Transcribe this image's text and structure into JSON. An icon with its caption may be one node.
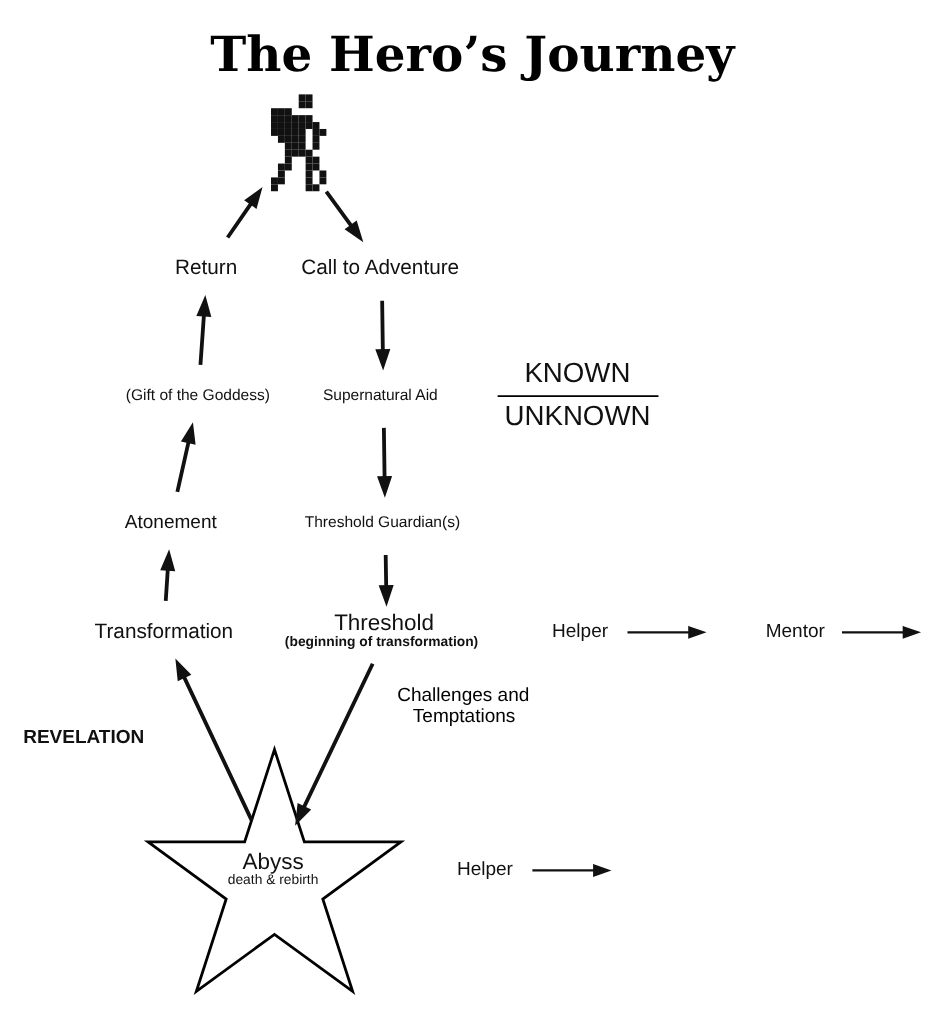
{
  "diagram": {
    "title": "The Hero’s Journey",
    "nodes": [
      {
        "text": [],
        "shape": "picture"
      },
      {
        "text": [
          "Call to Adventure"
        ]
      },
      {
        "text": [
          "Supernatural Aid"
        ]
      },
      {
        "text": [
          "Return"
        ]
      },
      {
        "text": [
          "(Gift of the Goddess)"
        ]
      },
      {
        "text": [
          "Threshold Guardian(s)"
        ]
      },
      {
        "text": [
          "Threshold",
          "(beginning of transformation)"
        ]
      },
      {
        "text": [
          "Helper"
        ]
      },
      {
        "text": [
          "Atonement"
        ]
      },
      {
        "text": [
          "Mentor"
        ]
      },
      {
        "text": [
          "Transformation"
        ]
      },
      {
        "text": [
          "Abyss",
          "death & rebirth"
        ],
        "beside": [
          "REVELATION"
        ]
      },
      {
        "text": [
          "Helper"
        ]
      }
    ],
    "edges": [
      {
        "from": 0,
        "to": 1,
        "arrow": "to"
      },
      {
        "from": 1,
        "to": 2,
        "arrow": "to"
      },
      {
        "from": 2,
        "to": 5,
        "arrow": "to"
      },
      {
        "from": 5,
        "to": 6,
        "arrow": "to"
      },
      {
        "from": 6,
        "to": 11,
        "arrow": "to",
        "label": "Challenges and Temptations"
      },
      {
        "from": 11,
        "to": 10,
        "arrow": "to"
      },
      {
        "from": 10,
        "to": 8,
        "arrow": "to"
      },
      {
        "from": 8,
        "to": 4,
        "arrow": "to"
      },
      {
        "from": 4,
        "to": 3,
        "arrow": "to"
      },
      {
        "from": 3,
        "to": 0,
        "arrow": "to"
      },
      {
        "from": 7,
        "to": null,
        "arrow": "to"
      },
      {
        "from": 9,
        "to": null,
        "arrow": "to"
      },
      {
        "from": 12,
        "to": null,
        "arrow": "to"
      }
    ],
    "labels": [
      "KNOWN",
      "UNKNOWN"
    ]
  }
}
